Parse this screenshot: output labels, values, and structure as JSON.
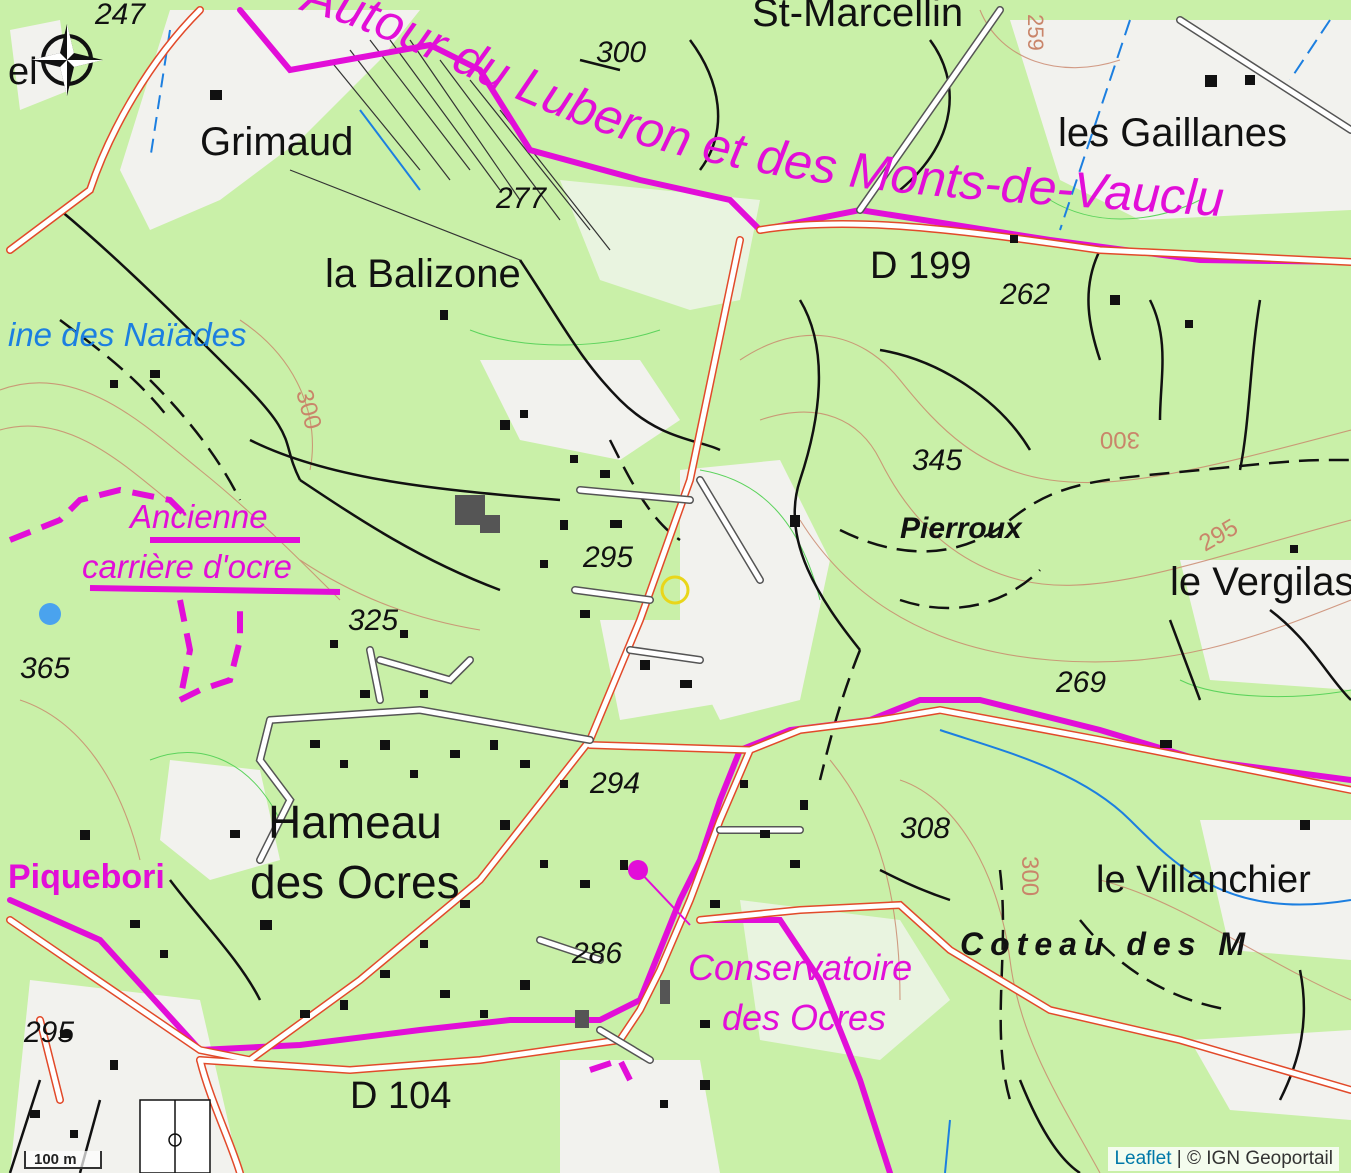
{
  "map": {
    "places": {
      "grimaud": "Grimaud",
      "balizone": "la Balizone",
      "naiades": "ine des Naïades",
      "carriere1": "Ancienne",
      "carriere2": "carrière d'ocre",
      "hameau1": "Hameau",
      "hameau2": "des Ocres",
      "piquebori": "Piquebori",
      "gaillanes": "les Gaillanes",
      "pierroux": "Pierroux",
      "vergilas": "le Vergilas",
      "villanchier": "le Villanchier",
      "coteau": "Coteau  des  M",
      "conserv1": "Conservatoire",
      "conserv2": "des Ocres",
      "marcellin": "St-Marcellin",
      "parc": "Autour du Luberon et des Monts-de-Vauclu",
      "el": "el"
    },
    "roads": {
      "d199": "D 199",
      "d104": "D 104"
    },
    "altitudes": {
      "a247": "247",
      "a300": "300",
      "a277": "277",
      "a262": "262",
      "a345": "345",
      "a295a": "295",
      "a325": "325",
      "a365": "365",
      "a269": "269",
      "a294": "294",
      "a308": "308",
      "a286": "286",
      "a295b": "295"
    },
    "contour_labels": {
      "c300a": "300",
      "c300b": "300",
      "c300c": "300",
      "c295": "295",
      "c259": "259"
    }
  },
  "controls": {
    "scale_label": "100 m",
    "attribution_link": "Leaflet",
    "attribution_text": " | © IGN Geoportail"
  },
  "colors": {
    "vegetation": "#c9f0a8",
    "open_land": "#f2f2ee",
    "regional_boundary": "#e20ed8",
    "road_outline": "#e24a2a",
    "water": "#1c7fe0",
    "contour": "#c9856a"
  }
}
